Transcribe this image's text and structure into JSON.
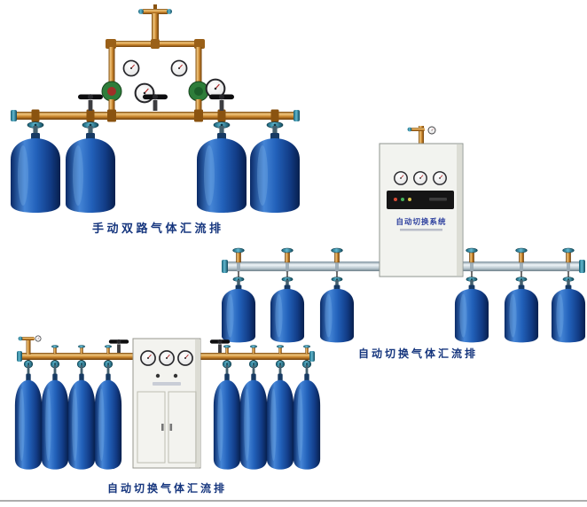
{
  "page": {
    "background_color": "#ffffff",
    "bottom_rule_color": "#adadad"
  },
  "palette": {
    "caption_text": "#16367e",
    "cylinder_blue": "#2261ba",
    "brass_pipe": "#c8842c",
    "teal_valve": "#2f8aa4",
    "aluminum_pipe": "#b9c7cf",
    "cabinet_body": "#f2f3ef"
  },
  "products": [
    {
      "caption": "手动双路气体汇流排",
      "cylinders": 4,
      "pressure_gauges": 4,
      "hand_valves": 3
    },
    {
      "caption": "自动切换气体汇流排",
      "cabinet_label": "自动切换系统",
      "cylinders": 6,
      "pressure_gauges": 3
    },
    {
      "caption": "自动切换气体汇流排",
      "cylinders": 8,
      "pressure_gauges": 3
    }
  ]
}
